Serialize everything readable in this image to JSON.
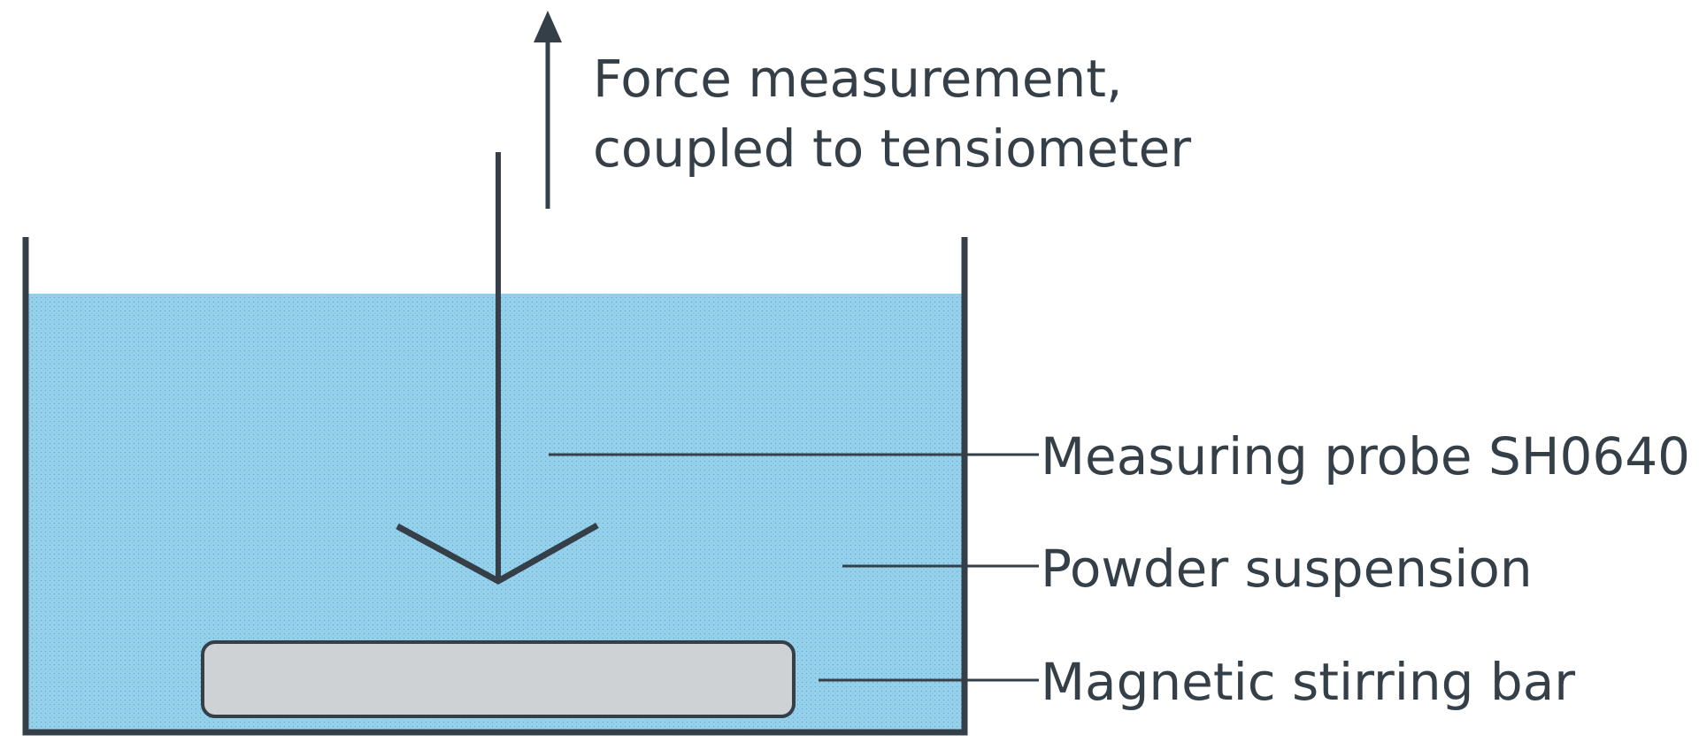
{
  "force_label": {
    "line1": "Force measurement,",
    "line2": "coupled to tensiometer"
  },
  "callouts": {
    "probe": "Measuring probe SH0640",
    "suspension": "Powder suspension",
    "stirrer": "Magnetic stirring bar"
  },
  "colors": {
    "stroke": "#343f48",
    "text": "#343f48",
    "liquid": "#97d2ec",
    "liquid_dots": "#3d86b2",
    "stir_bar": "#cfd2d4"
  }
}
